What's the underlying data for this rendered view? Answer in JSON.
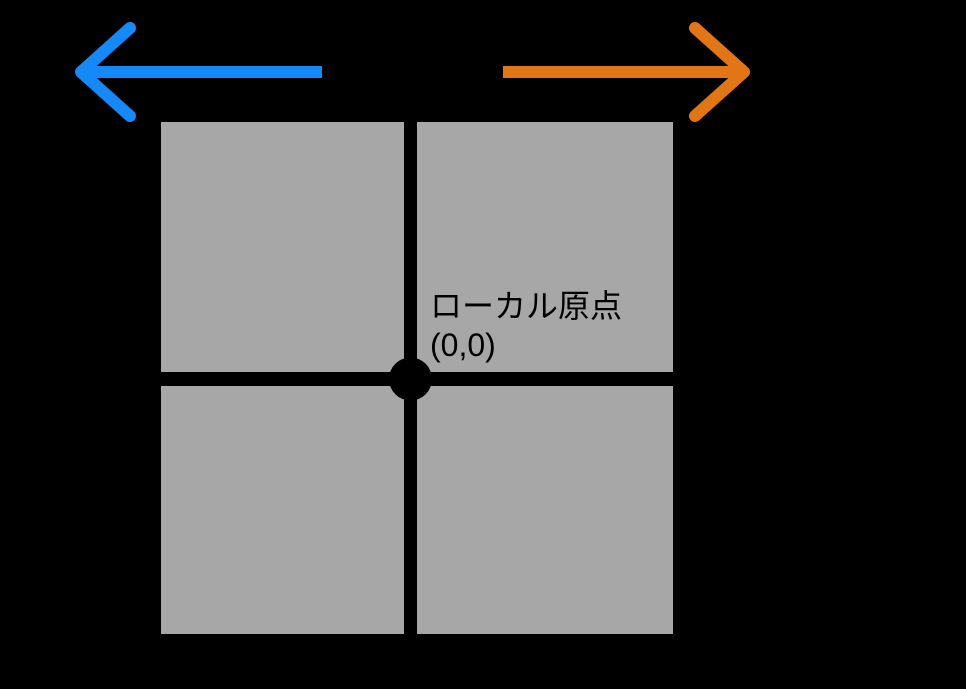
{
  "diagram": {
    "origin_label": {
      "line1": "ローカル原点",
      "line2": "(0,0)"
    },
    "arrows": {
      "left": {
        "direction": "left",
        "color": "#1589F8"
      },
      "right": {
        "direction": "right",
        "color": "#E27614"
      }
    },
    "colors": {
      "background": "#000000",
      "quadrant": "#A7A7A7",
      "origin_dot": "#000000",
      "label_text": "#000000"
    }
  }
}
